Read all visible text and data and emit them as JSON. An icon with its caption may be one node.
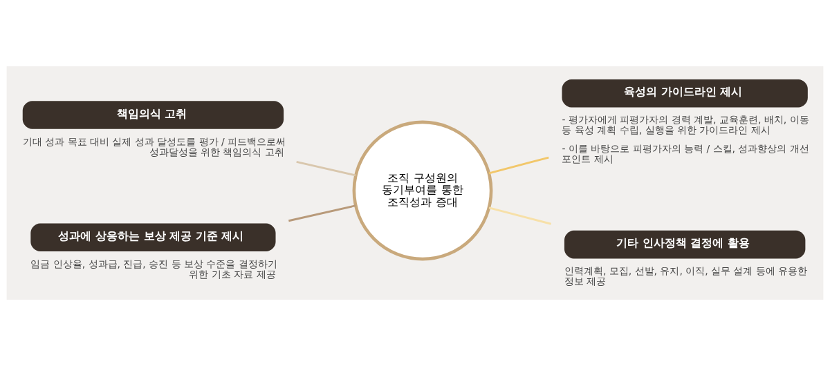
{
  "diagram": {
    "nodes": [
      {
        "text": [
          "조직 구성원의 동기부여를 통한 조직성과 증대"
        ]
      },
      {
        "text": [
          "책임의식 고취"
        ],
        "beside": [
          "기대 성과 목표 대비 실제 성과 달성도를 평가 / 피드백으로써 성과달성을 위한 책임의식 고취"
        ]
      },
      {
        "text": [
          "육성의 가이드라인 제시"
        ],
        "beside": [
          "- 평가자에게 피평가자의 경력 계발, 교육훈련, 배치, 이동 등 육성 계획 수립, 실행을 위한 가이드라인 제시",
          "- 이를 바탕으로 피평가자의 능력 / 스킬, 성과향상의 개선 포인트 제시"
        ]
      },
      {
        "text": [
          "성과에 상응하는 보상 제공 기준 제시"
        ],
        "beside": [
          "임금 인상율, 성과급, 진급, 승진 등 보상 수준을 결정하기 위한 기초 자료 제공"
        ]
      },
      {
        "text": [
          "기타 인사정책 결정에 활용"
        ],
        "beside": [
          "인력계획, 모집, 선발, 유지, 이직, 실무 설계 등에 유용한 정보 제공"
        ]
      }
    ],
    "edges": [
      {
        "from": 1,
        "to": 0,
        "arrow": "none",
        "color": "#d9c7ad"
      },
      {
        "from": 0,
        "to": 2,
        "arrow": "none",
        "color": "#f2c76a"
      },
      {
        "from": 3,
        "to": 0,
        "arrow": "none",
        "color": "#b89a7a"
      },
      {
        "from": 0,
        "to": 4,
        "arrow": "none",
        "color": "#f7e0a8"
      }
    ]
  }
}
